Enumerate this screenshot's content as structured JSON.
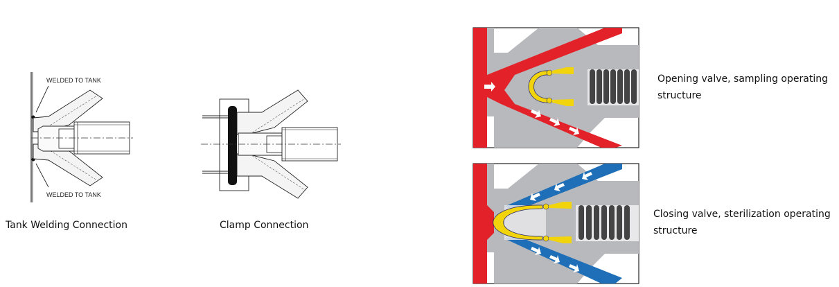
{
  "left_diagrams": [
    {
      "id": "tank-welding",
      "caption": "Tank Welding Connection",
      "labels": {
        "top": "WELDED TO TANK",
        "bottom": "WELDED TO TANK"
      }
    },
    {
      "id": "clamp",
      "caption": "Clamp Connection"
    }
  ],
  "right_diagrams": [
    {
      "id": "opening-valve",
      "description": "Opening valve, sampling operating structure",
      "flow_color": "#e32128"
    },
    {
      "id": "closing-valve",
      "description": "Closing valve, sterilization operating structure",
      "flow_color": "#1f6fb8"
    }
  ],
  "colors": {
    "body_grey": "#b8b9bd",
    "light_grey": "#d6d7da",
    "yellow": "#f2d40c",
    "spring": "#4a4a4a"
  }
}
